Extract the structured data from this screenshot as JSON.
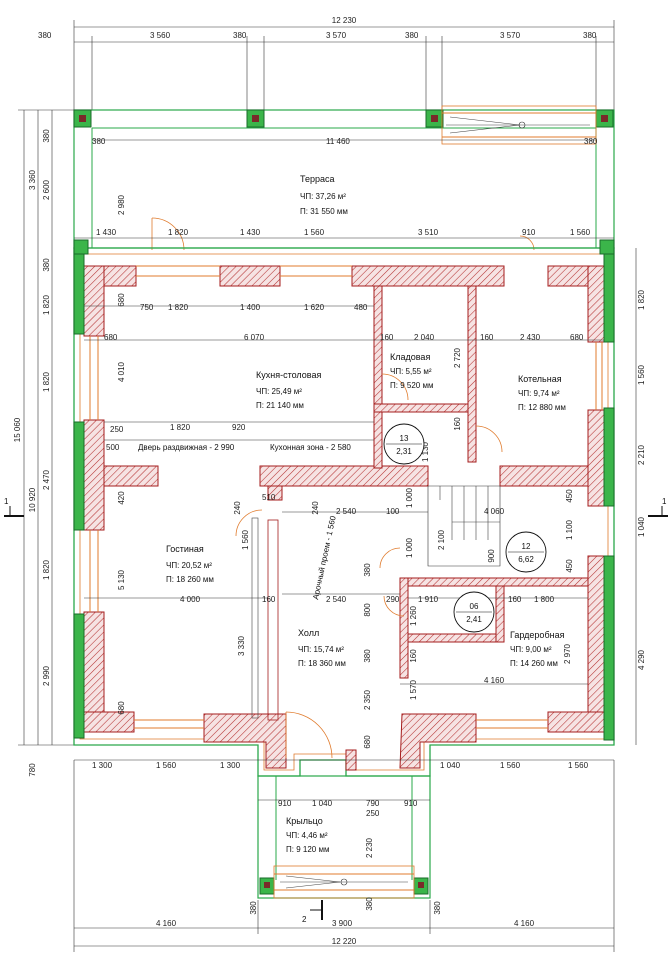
{
  "dims_top": {
    "total": "12 230",
    "segments": [
      "380",
      "3 560",
      "380",
      "3 570",
      "380",
      "3 570",
      "380"
    ],
    "terrace_inner": [
      "380",
      "11 460",
      "380"
    ],
    "row2": [
      "1 430",
      "1 820",
      "1 430",
      "1 560",
      "3 510",
      "910",
      "1 560"
    ]
  },
  "dims_left": {
    "total": "15 060",
    "outer": [
      "3 360",
      "10 920",
      "780"
    ],
    "inner": [
      "380",
      "2 600",
      "380",
      "1 820",
      "1 820",
      "2 470",
      "1 820",
      "2 990"
    ],
    "terrace_h": "2 980"
  },
  "dims_right": [
    "1 820",
    "1 560",
    "2 210",
    "1 040",
    "4 290"
  ],
  "dims_bottom": {
    "row1": [
      "1 300",
      "1 560",
      "1 300",
      "1 040",
      "1 560",
      "1 560"
    ],
    "row2": [
      "910",
      "1 040",
      "790",
      "910"
    ],
    "row3": [
      "4 160",
      "3 900",
      "4 160"
    ],
    "total": "12 220"
  },
  "inner_dims": {
    "d680a": "680",
    "d750": "750",
    "d1820a": "1 820",
    "d1400": "1 400",
    "d1620": "1 620",
    "d480": "480",
    "d160a": "160",
    "d2040": "2 040",
    "d160b": "160",
    "d2430": "2 430",
    "d680b": "680",
    "d680c": "680",
    "d6070": "6 070",
    "d4010": "4 010",
    "d2720": "2 720",
    "d250a": "250",
    "d1820b": "1 820",
    "d920": "920",
    "d500": "500",
    "d160c": "160",
    "d1130": "1 130",
    "d420": "420",
    "d510": "510",
    "d240a": "240",
    "d240b": "240",
    "d1560a": "1 560",
    "d2540a": "2 540",
    "d100": "100",
    "d1000a": "1 000",
    "d4060": "4 060",
    "d450a": "450",
    "d1000b": "1 000",
    "d2100": "2 100",
    "d900": "900",
    "d1100": "1 100",
    "d450b": "450",
    "d5130": "5 130",
    "d4000": "4 000",
    "d160d": "160",
    "d2540b": "2 540",
    "d380a": "380",
    "d800": "800",
    "d290": "290",
    "d1910": "1 910",
    "d160e": "160",
    "d1800": "1 800",
    "d1260": "1 260",
    "d3330": "3 330",
    "d380b": "380",
    "d160f": "160",
    "d2970": "2 970",
    "d1570": "1 570",
    "d4160": "4 160",
    "d2350": "2 350",
    "d680d": "680",
    "d680e": "680",
    "d250b": "250",
    "d2230": "2 230",
    "d380c": "380",
    "d380d": "380",
    "d380e": "380"
  },
  "zones": {
    "sliding_door": "Дверь раздвижная - 2 990",
    "kitchen_zone": "Кухонная зона - 2 580",
    "arch": "Арочный проем - 1 560"
  },
  "rooms": {
    "terrace": {
      "name": "Терраса",
      "area": "ЧП: 37,26 м²",
      "perimeter": "П: 31 550 мм"
    },
    "kitchen": {
      "name": "Кухня-столовая",
      "area": "ЧП: 25,49 м²",
      "perimeter": "П: 21 140 мм"
    },
    "pantry": {
      "name": "Кладовая",
      "area": "ЧП: 5,55 м²",
      "perimeter": "П: 9 520 мм"
    },
    "boiler": {
      "name": "Котельная",
      "area": "ЧП: 9,74 м²",
      "perimeter": "П: 12 880 мм"
    },
    "living": {
      "name": "Гостиная",
      "area": "ЧП: 20,52 м²",
      "perimeter": "П: 18 260 мм"
    },
    "hall": {
      "name": "Холл",
      "area": "ЧП: 15,74 м²",
      "perimeter": "П: 18 360 мм"
    },
    "wardrobe": {
      "name": "Гардеробная",
      "area": "ЧП: 9,00 м²",
      "perimeter": "П: 14 260 мм"
    },
    "porch": {
      "name": "Крыльцо",
      "area": "ЧП: 4,46 м²",
      "perimeter": "П: 9 120 мм"
    }
  },
  "markers": {
    "m13": {
      "num": "13",
      "area": "2,31"
    },
    "m12": {
      "num": "12",
      "area": "6,62"
    },
    "m06": {
      "num": "06",
      "area": "2,41"
    }
  },
  "sections": {
    "s1_left": "1",
    "s1_right": "1",
    "s2": "2"
  }
}
